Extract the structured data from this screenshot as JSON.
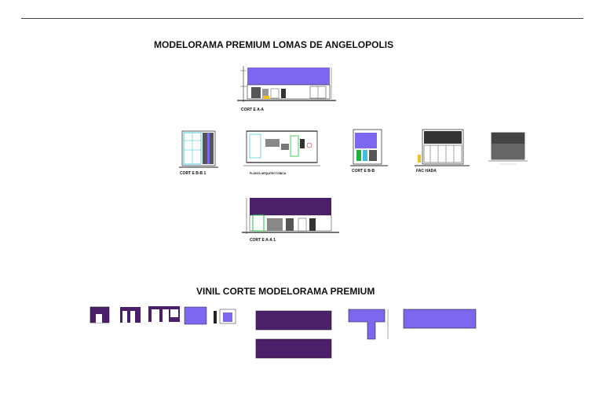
{
  "page": {
    "title_top": "MODELORAMA PREMIUM LOMAS DE ANGELOPOLIS",
    "title_bottom": "VINIL CORTE MODELORAMA PREMIUM"
  },
  "drawings": {
    "corte_a_a": "CORT E A-A",
    "corte_b_b1": "CORT E B-B 1",
    "planta": "PLANTA ARQUITECTONICA",
    "corte_b_b": "CORT E B-B",
    "fachada": "FAC HADA",
    "corte_a_a1": "CORT E A-A 1"
  },
  "colors": {
    "vinyl": "#7b68ee",
    "dark_vinyl": "#4b1f6a",
    "line": "#222222"
  }
}
